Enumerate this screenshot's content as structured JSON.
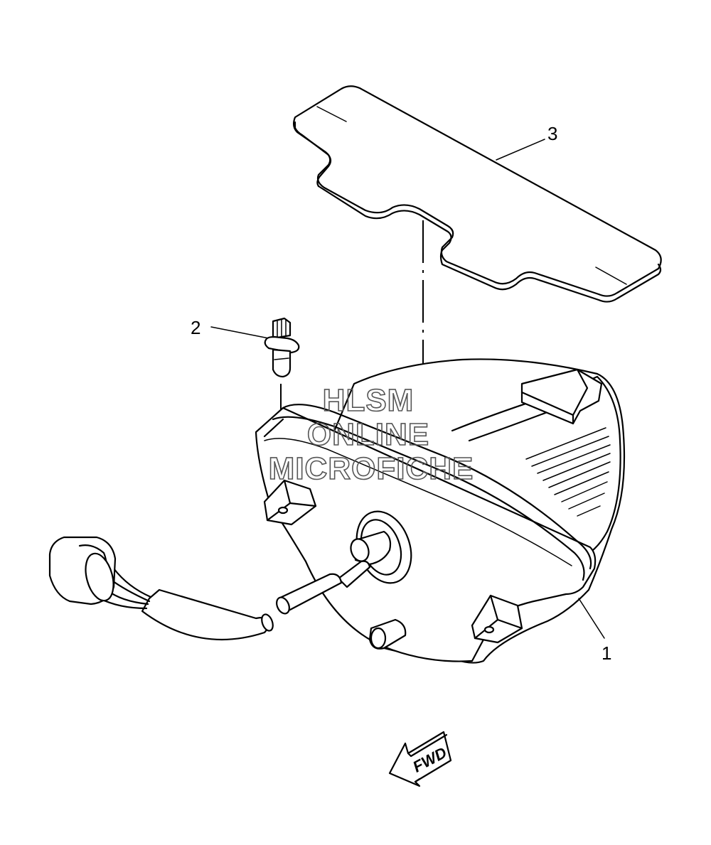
{
  "diagram": {
    "callouts": [
      {
        "id": "1",
        "label": "1"
      },
      {
        "id": "2",
        "label": "2"
      },
      {
        "id": "3",
        "label": "3"
      }
    ],
    "watermark": {
      "line1": "HLSM",
      "line2": "ONLINE",
      "line3": "MICROFICHE"
    },
    "direction_badge": "FWD"
  },
  "colors": {
    "line": "#000000",
    "background": "#ffffff",
    "watermark": "#555555"
  }
}
